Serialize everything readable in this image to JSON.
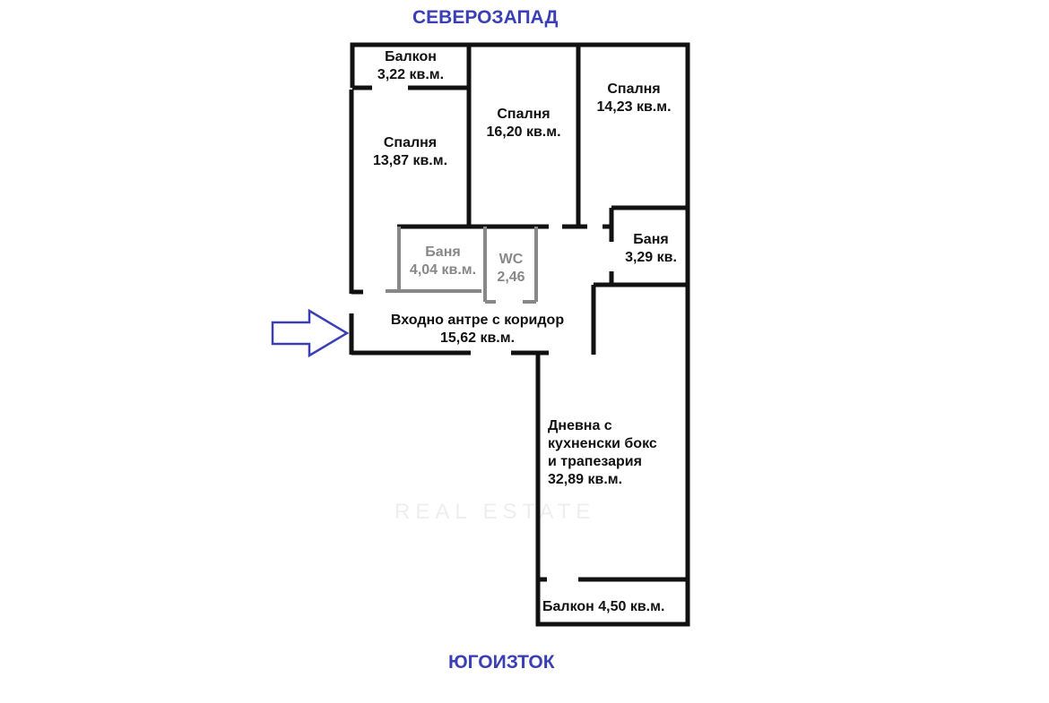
{
  "compass": {
    "north": "СЕВЕРОЗАПАД",
    "south": "ЮГОИЗТОК"
  },
  "watermark": "REAL ESTATE",
  "rooms": {
    "balcony_nw": {
      "name": "Балкон",
      "area": "3,22 кв.м."
    },
    "bedroom1": {
      "name": "Спалня",
      "area": "13,87 кв.м."
    },
    "bedroom2": {
      "name": "Спалня",
      "area": "16,20 кв.м."
    },
    "bedroom3": {
      "name": "Спалня",
      "area": "14,23 кв.м."
    },
    "bath1": {
      "name": "Баня",
      "area": "4,04 кв.м."
    },
    "wc": {
      "name": "WC",
      "area": "2,46"
    },
    "bath2": {
      "name": "Баня",
      "area": "3,29 кв."
    },
    "hall": {
      "name": "Входно антре с коридор",
      "area": "15,62 кв.м."
    },
    "living": {
      "line1": "Дневна с",
      "line2": "кухненски бокс",
      "line3": "и трапезария",
      "area": "32,89 кв.м."
    },
    "balcony_se": {
      "label": "Балкон 4,50 кв.м."
    }
  },
  "colors": {
    "wall": "#111111",
    "inner_wall": "#888888",
    "accent": "#3b3fb5"
  }
}
